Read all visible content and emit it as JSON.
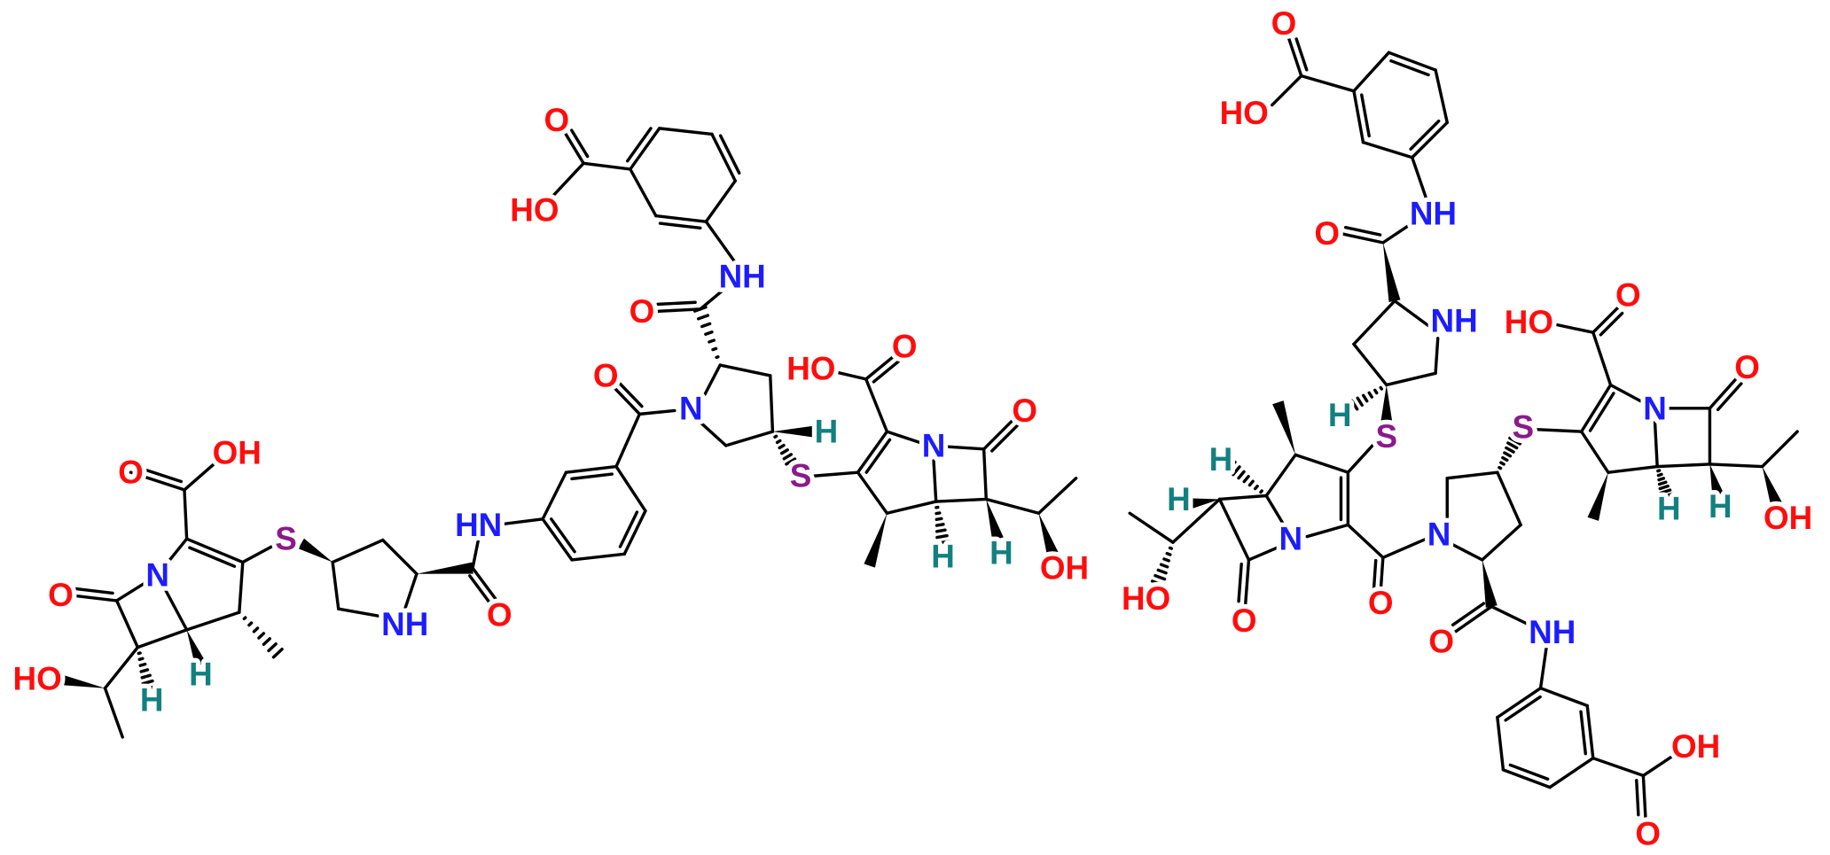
{
  "title": "Bis-carbapenem structure diagram",
  "colors": {
    "oxygen": "#ff0d0d",
    "nitrogen": "#1c1cff",
    "sulfur": "#8b1a8b",
    "hydrogen": "#138080",
    "bond": "#000000"
  },
  "labels": [
    "O",
    "OH",
    "S",
    "O",
    "N",
    "HO",
    "H",
    "H",
    "NH",
    "HN",
    "O",
    "O",
    "N",
    "O",
    "NH",
    "HO",
    "O",
    "H",
    "S",
    "HO",
    "O",
    "N",
    "O",
    "H",
    "H",
    "OH",
    "O",
    "HO",
    "NH",
    "O",
    "NH",
    "H",
    "S",
    "H",
    "H",
    "N",
    "HO",
    "O",
    "O",
    "N",
    "S",
    "HO",
    "O",
    "N",
    "O",
    "H",
    "H",
    "OH",
    "O",
    "NH",
    "OH",
    "O"
  ]
}
